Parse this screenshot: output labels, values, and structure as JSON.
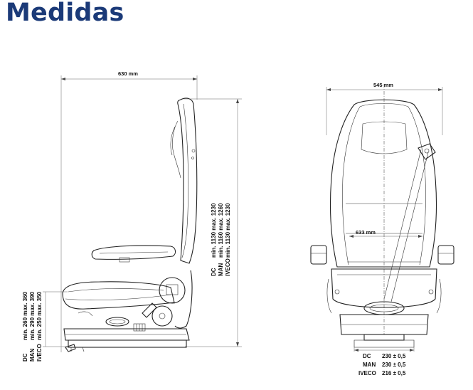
{
  "header": {
    "title": "Medidas"
  },
  "side_view": {
    "width_label": "630 mm",
    "height_labels": [
      {
        "brand": "DC",
        "range": "min. 1130 max. 1230"
      },
      {
        "brand": "MAN",
        "range": "min. 1160 max. 1260"
      },
      {
        "brand": "IVECO",
        "range": "min. 1130 max. 1230"
      }
    ],
    "seat_height_labels": [
      {
        "brand": "DC",
        "range": "min. 260 max. 360"
      },
      {
        "brand": "MAN",
        "range": "min. 290 max. 390"
      },
      {
        "brand": "IVECO",
        "range": "min. 250 max. 350"
      }
    ]
  },
  "front_view": {
    "width_label": "545 mm",
    "inner_width_label": "633 mm",
    "base_labels": [
      {
        "brand": "DC",
        "value": "230 ± 0,5"
      },
      {
        "brand": "MAN",
        "value": "230 ± 0,5"
      },
      {
        "brand": "IVECO",
        "value": "216 ± 0,5"
      }
    ]
  },
  "colors": {
    "title": "#1b3a78",
    "lines": "#222222"
  }
}
